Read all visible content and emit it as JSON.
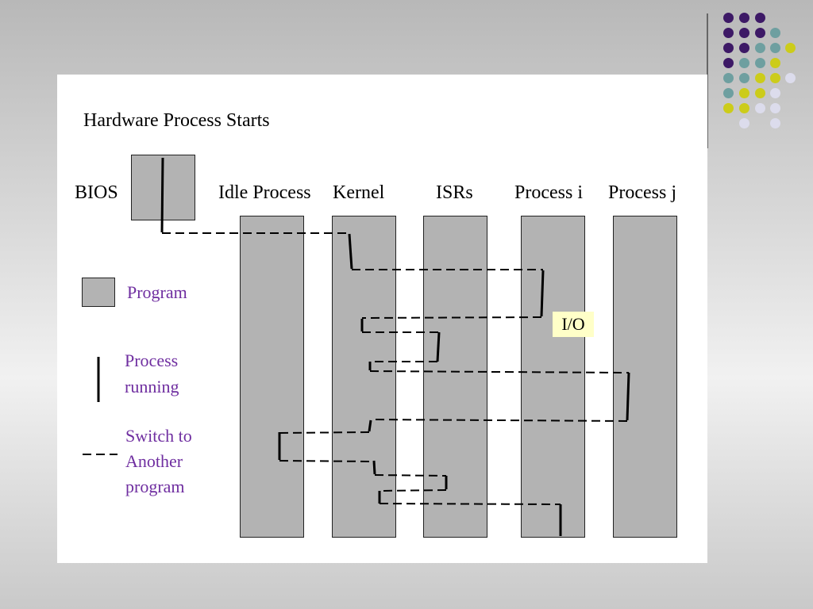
{
  "slide": {
    "title": "Hardware Process Starts"
  },
  "columns": {
    "bios": "BIOS",
    "idle": "Idle Process",
    "kernel": "Kernel",
    "isrs": "ISRs",
    "process_i": "Process i",
    "process_j": "Process j"
  },
  "badge": {
    "io": "I/O"
  },
  "legend": {
    "program": "Program",
    "process_running": [
      "Process",
      "running"
    ],
    "switch": [
      "Switch to",
      "Another",
      "program"
    ]
  },
  "colors": {
    "box_fill": "#b3b3b3",
    "legend_text": "#6f2ea0",
    "io_badge": "#ffffc8",
    "dot_purple": "#3d1966",
    "dot_teal": "#6e9fa0",
    "dot_yellow": "#cccc1a",
    "dot_lavender": "#dcdcec"
  }
}
